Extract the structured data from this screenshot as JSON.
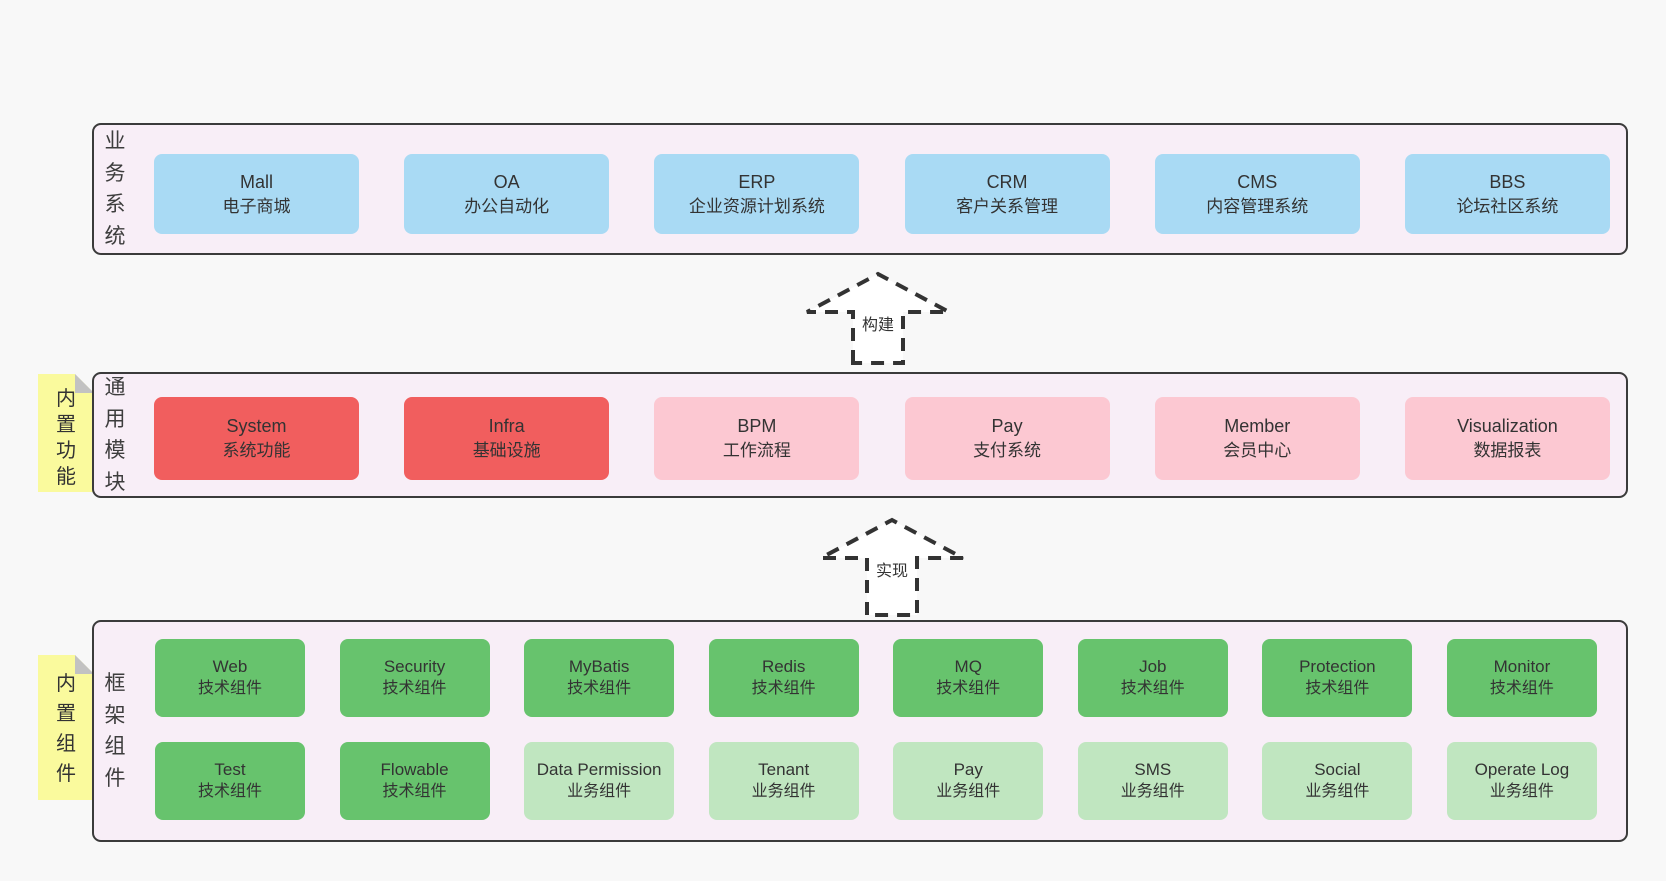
{
  "arrows": [
    {
      "label": "构建"
    },
    {
      "label": "实现"
    }
  ],
  "stickies": [
    {
      "label": "内置功能"
    },
    {
      "label": "内置组件"
    }
  ],
  "layers": {
    "business": {
      "side_label": "业务系统",
      "boxes": [
        {
          "title": "Mall",
          "subtitle": "电子商城"
        },
        {
          "title": "OA",
          "subtitle": "办公自动化"
        },
        {
          "title": "ERP",
          "subtitle": "企业资源计划系统"
        },
        {
          "title": "CRM",
          "subtitle": "客户关系管理"
        },
        {
          "title": "CMS",
          "subtitle": "内容管理系统"
        },
        {
          "title": "BBS",
          "subtitle": "论坛社区系统"
        }
      ]
    },
    "modules": {
      "side_label": "通用模块",
      "boxes": [
        {
          "title": "System",
          "subtitle": "系统功能"
        },
        {
          "title": "Infra",
          "subtitle": "基础设施"
        },
        {
          "title": "BPM",
          "subtitle": "工作流程"
        },
        {
          "title": "Pay",
          "subtitle": "支付系统"
        },
        {
          "title": "Member",
          "subtitle": "会员中心"
        },
        {
          "title": "Visualization",
          "subtitle": "数据报表"
        }
      ]
    },
    "components": {
      "side_label": "框架组件",
      "row1": [
        {
          "title": "Web",
          "subtitle": "技术组件"
        },
        {
          "title": "Security",
          "subtitle": "技术组件"
        },
        {
          "title": "MyBatis",
          "subtitle": "技术组件"
        },
        {
          "title": "Redis",
          "subtitle": "技术组件"
        },
        {
          "title": "MQ",
          "subtitle": "技术组件"
        },
        {
          "title": "Job",
          "subtitle": "技术组件"
        },
        {
          "title": "Protection",
          "subtitle": "技术组件"
        },
        {
          "title": "Monitor",
          "subtitle": "技术组件"
        }
      ],
      "row2": [
        {
          "title": "Test",
          "subtitle": "技术组件"
        },
        {
          "title": "Flowable",
          "subtitle": "技术组件"
        },
        {
          "title": "Data Permission",
          "subtitle": "业务组件"
        },
        {
          "title": "Tenant",
          "subtitle": "业务组件"
        },
        {
          "title": "Pay",
          "subtitle": "业务组件"
        },
        {
          "title": "SMS",
          "subtitle": "业务组件"
        },
        {
          "title": "Social",
          "subtitle": "业务组件"
        },
        {
          "title": "Operate Log",
          "subtitle": "业务组件"
        }
      ]
    }
  },
  "colors": {
    "page_bg": "#f8f8f8",
    "panel_bg": "#f8eef7",
    "panel_border": "#3b3b3b",
    "blue": "#a9daf4",
    "red": "#f15e5e",
    "pink": "#fcc8d2",
    "green_dark": "#67c36d",
    "green_light": "#c0e6c0",
    "sticky_yellow": "#fafa9d",
    "fold_gray": "#c2c2c2",
    "text": "#333333"
  }
}
